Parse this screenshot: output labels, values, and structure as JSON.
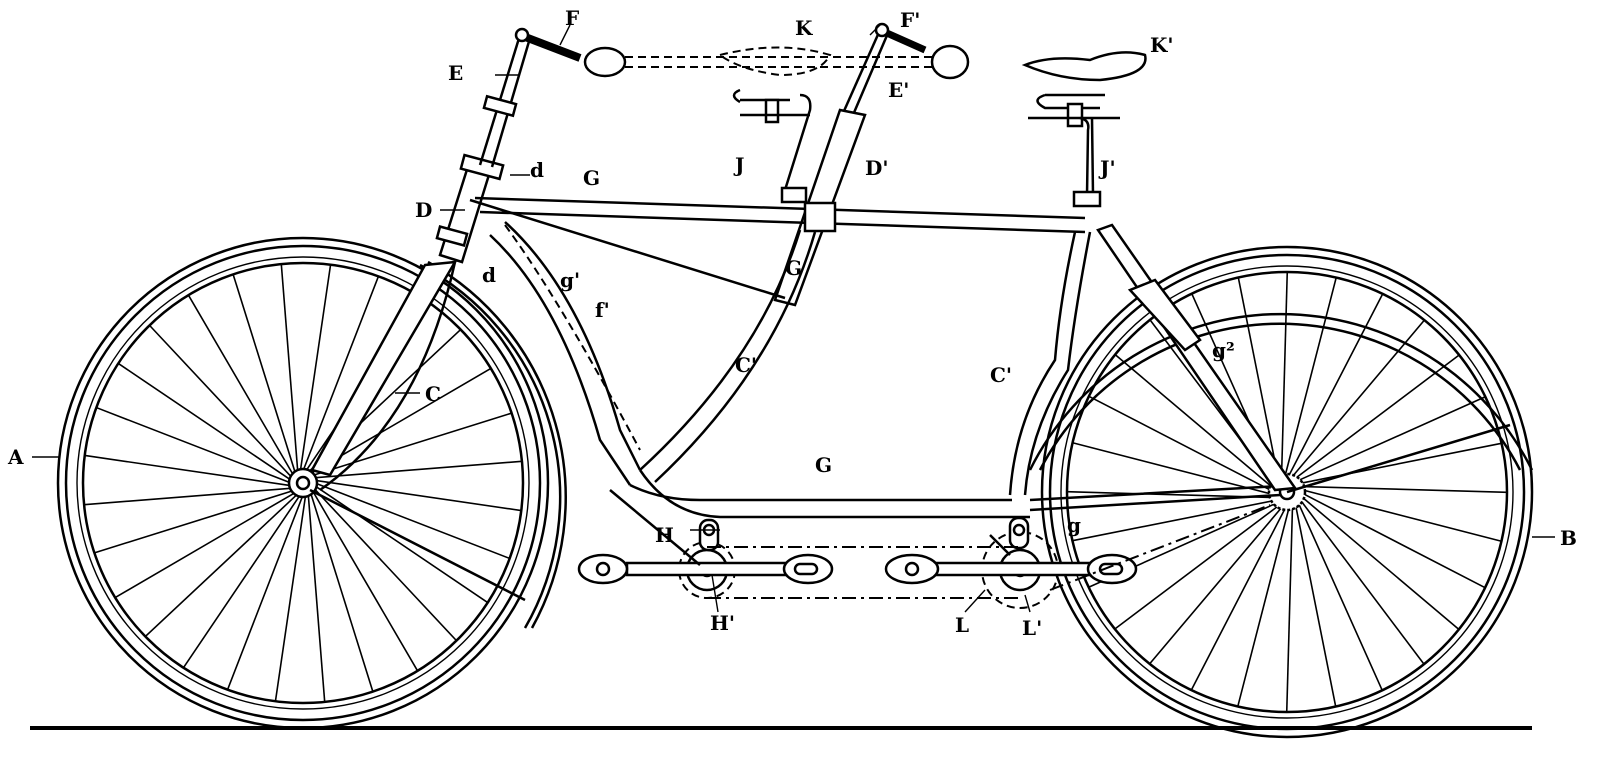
{
  "figure": {
    "labels": {
      "A": "A",
      "B": "B",
      "C": "C",
      "C1a": "C'",
      "C1b": "C'",
      "D": "D",
      "D1": "D'",
      "d1": "d",
      "d2": "d",
      "E": "E",
      "E1": "E'",
      "F": "F",
      "F1": "F'",
      "G1": "G",
      "G2": "G",
      "G3": "G",
      "g": "g",
      "g1": "g'",
      "g2": "g²",
      "f1": "f'",
      "H": "H",
      "H1": "H'",
      "J": "J",
      "J1": "J'",
      "K": "K",
      "K1": "K'",
      "L": "L",
      "L1": "L'"
    },
    "spokes_per_wheel": 28
  }
}
